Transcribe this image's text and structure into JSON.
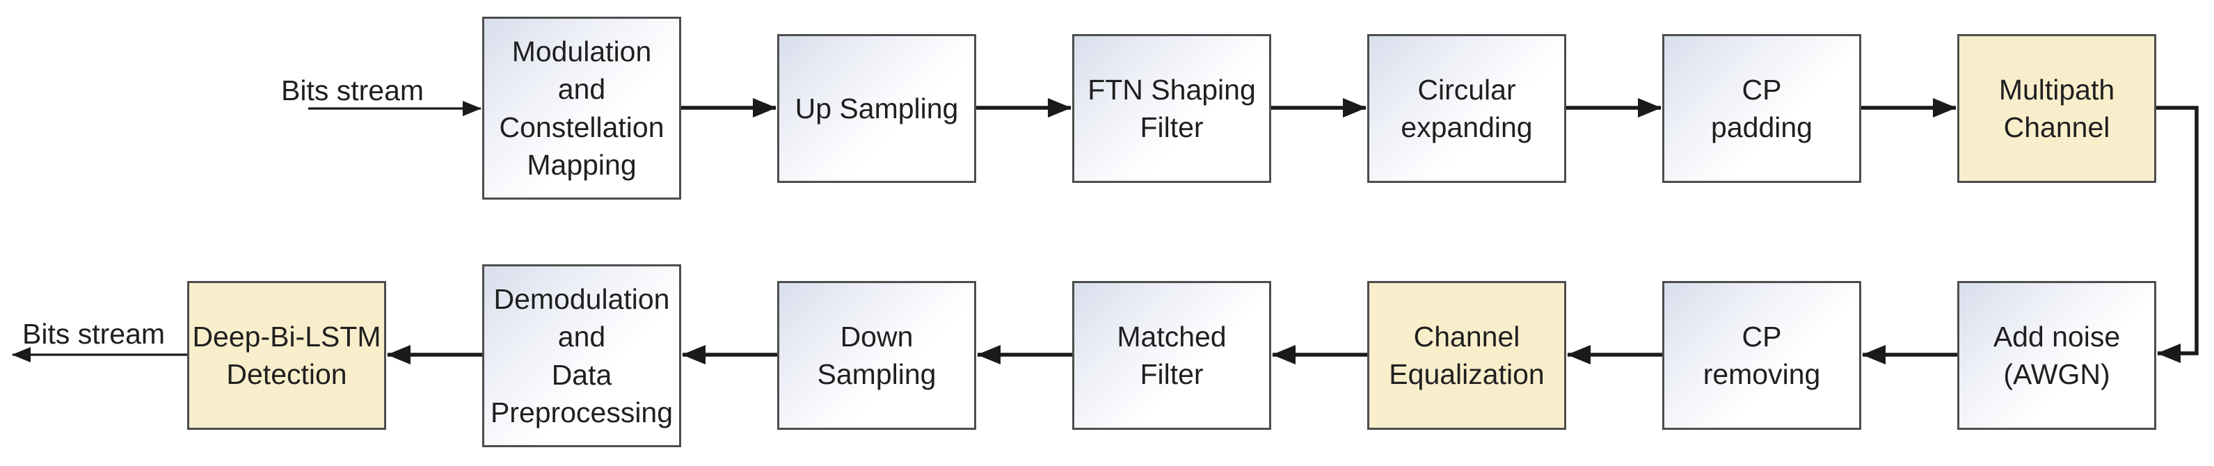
{
  "diagram": {
    "kind": "signal-processing-block-diagram",
    "background": "#FFFFFF"
  },
  "labels": {
    "input_stream": "Bits stream",
    "output_stream": "Bits stream"
  },
  "colors": {
    "highlight_fill": "#F8EECB",
    "box_gradient_start": "#D9DEEC",
    "box_gradient_end": "#FFFFFF",
    "box_border": "#4D4D4D",
    "arrow": "#1A1A1A",
    "text": "#1F1F1F",
    "background": "#FFFFFF"
  },
  "nodes": [
    {
      "id": "modulation-constellation-mapping",
      "label": "Modulation\nand\nConstellation\nMapping",
      "highlighted": false
    },
    {
      "id": "up-sampling",
      "label": "Up Sampling",
      "highlighted": false
    },
    {
      "id": "ftn-shaping-filter",
      "label": "FTN Shaping\nFilter",
      "highlighted": false
    },
    {
      "id": "circular-expanding",
      "label": "Circular\nexpanding",
      "highlighted": false
    },
    {
      "id": "cp-padding",
      "label": "CP\npadding",
      "highlighted": false
    },
    {
      "id": "multipath-channel",
      "label": "Multipath\nChannel",
      "highlighted": true
    },
    {
      "id": "add-noise-awgn",
      "label": "Add noise\n(AWGN)",
      "highlighted": false
    },
    {
      "id": "cp-removing",
      "label": "CP\nremoving",
      "highlighted": false
    },
    {
      "id": "channel-equalization",
      "label": "Channel\nEqualization",
      "highlighted": true
    },
    {
      "id": "matched-filter",
      "label": "Matched\nFilter",
      "highlighted": false
    },
    {
      "id": "down-sampling",
      "label": "Down\nSampling",
      "highlighted": false
    },
    {
      "id": "demodulation-data-preprocessing",
      "label": "Demodulation\nand\nData\nPreprocessing",
      "highlighted": false
    },
    {
      "id": "deep-bi-lstm-detection",
      "label": "Deep-Bi-LSTM\nDetection",
      "highlighted": true
    }
  ],
  "connections": [
    {
      "from": "bits-stream-input",
      "to": "modulation-constellation-mapping"
    },
    {
      "from": "modulation-constellation-mapping",
      "to": "up-sampling"
    },
    {
      "from": "up-sampling",
      "to": "ftn-shaping-filter"
    },
    {
      "from": "ftn-shaping-filter",
      "to": "circular-expanding"
    },
    {
      "from": "circular-expanding",
      "to": "cp-padding"
    },
    {
      "from": "cp-padding",
      "to": "multipath-channel"
    },
    {
      "from": "multipath-channel",
      "to": "add-noise-awgn"
    },
    {
      "from": "add-noise-awgn",
      "to": "cp-removing"
    },
    {
      "from": "cp-removing",
      "to": "channel-equalization"
    },
    {
      "from": "channel-equalization",
      "to": "matched-filter"
    },
    {
      "from": "matched-filter",
      "to": "down-sampling"
    },
    {
      "from": "down-sampling",
      "to": "demodulation-data-preprocessing"
    },
    {
      "from": "demodulation-data-preprocessing",
      "to": "deep-bi-lstm-detection"
    },
    {
      "from": "deep-bi-lstm-detection",
      "to": "bits-stream-output"
    }
  ]
}
